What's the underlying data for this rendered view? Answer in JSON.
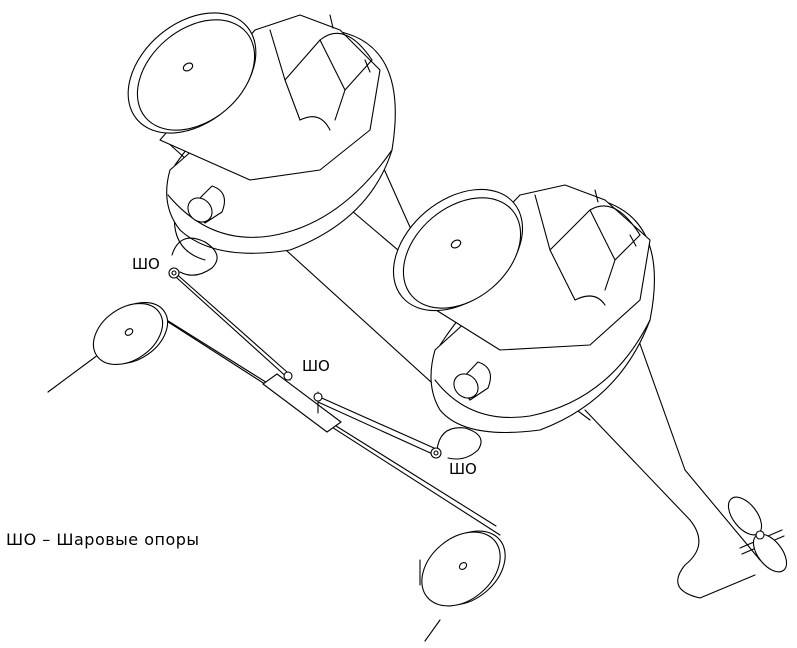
{
  "labels": {
    "joint_top_left": "ШО",
    "joint_middle": "ШО",
    "joint_bottom_right": "ШО"
  },
  "legend": {
    "text": "ШО – Шаровые опоры"
  }
}
